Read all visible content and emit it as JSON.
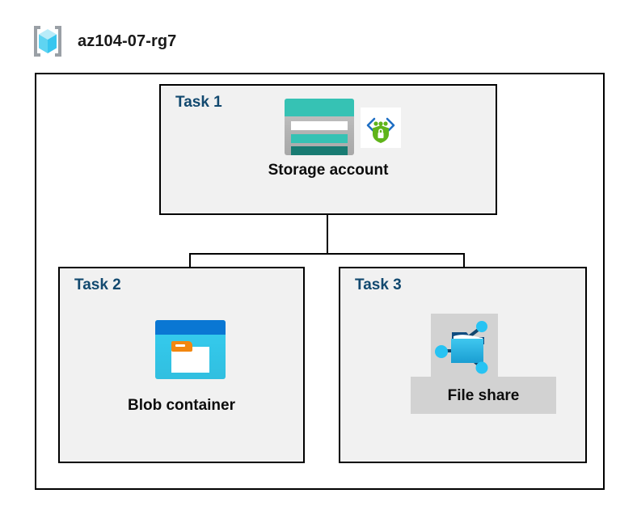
{
  "header": {
    "icon": "resource-group-icon",
    "title": "az104-07-rg7"
  },
  "container": {
    "name": "resource-group-container"
  },
  "tasks": [
    {
      "id": "task1",
      "label": "Task 1",
      "node_label": "Storage account",
      "icons": [
        "storage-account-icon",
        "security-lock-icon"
      ],
      "selected": false
    },
    {
      "id": "task2",
      "label": "Task 2",
      "node_label": "Blob container",
      "icons": [
        "blob-container-icon"
      ],
      "selected": false
    },
    {
      "id": "task3",
      "label": "Task 3",
      "node_label": "File share",
      "icons": [
        "file-share-icon"
      ],
      "selected": true
    }
  ],
  "connectors": [
    {
      "name": "storage-to-bus",
      "from": "task1",
      "to": "branch-bus"
    },
    {
      "name": "bus-to-blob",
      "from": "branch-bus",
      "to": "task2"
    },
    {
      "name": "bus-to-fileshare",
      "from": "branch-bus",
      "to": "task3"
    }
  ],
  "colors": {
    "task_label": "#12496f",
    "node_label": "#0d0d0d",
    "task_box_fill": "#f1f1f1",
    "container_fill": "#ffffff",
    "outline": "#000000",
    "selection_highlight": "#d2d2d2",
    "storage_teal": "#36c2b4",
    "storage_teal_dark": "#187b72",
    "blob_blue": "#0a77d3",
    "blob_cyan": "#35cdf0",
    "blob_orange": "#f2870f",
    "fileshare_blue": "#31b3e0",
    "fileshare_node_cyan": "#27c3f3",
    "security_green": "#5fb41a",
    "security_blue": "#1f6fc4",
    "rg_cube_cyan": "#86e0f5",
    "rg_bracket_gray": "#9aa0a6"
  }
}
